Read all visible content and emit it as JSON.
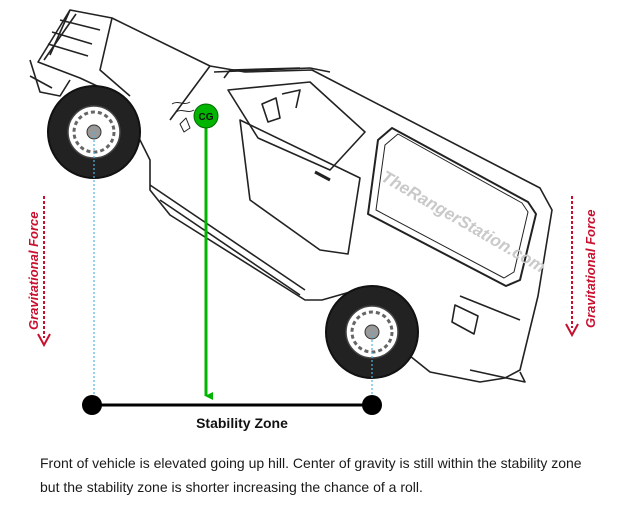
{
  "diagram": {
    "cg_label": "CG",
    "left_force_label": "Gravitational Force",
    "right_force_label": "Gravitational Force",
    "stability_zone_label": "Stability Zone",
    "watermark": "TheRangerStation.com",
    "colors": {
      "cg_vector": "#00b400",
      "force_arrow": "#c8102e",
      "axle_dropline": "#4fb3e0",
      "stability_line": "#000000",
      "vehicle_outline": "#222222"
    }
  },
  "caption": {
    "line1": "Front of vehicle is elevated going up hill. Center of gravity is still within the stability zone",
    "line2": "but the stability zone is shorter increasing the chance of a roll."
  }
}
